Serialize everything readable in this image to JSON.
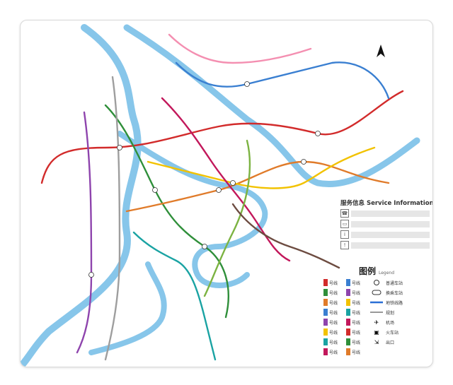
{
  "compass": {
    "north_label": "N",
    "icon": "north-arrow-icon"
  },
  "service_info": {
    "title": "服务信息 Service Information",
    "rows": [
      "phone-icon",
      "ticket-icon",
      "info-icon",
      "notice-icon"
    ]
  },
  "legend": {
    "title": "图例",
    "subtitle": "Legend",
    "line_label": "号线",
    "line_colors": [
      "#d22b2b",
      "#2f8f3a",
      "#e07b2a",
      "#3a7fd1",
      "#8e44ad",
      "#f2c200",
      "#1aa3a3",
      "#c2185b"
    ],
    "symbols": [
      {
        "label": "普通车站",
        "icon": "station-circle-icon"
      },
      {
        "label": "换乘车站",
        "icon": "interchange-icon"
      },
      {
        "label": "地铁线路",
        "icon": "line-blue-icon"
      },
      {
        "label": "规划",
        "icon": "planned-line-icon"
      },
      {
        "label": "机场",
        "icon": "airport-icon"
      },
      {
        "label": "火车站",
        "icon": "train-icon"
      },
      {
        "label": "出口",
        "icon": "exit-icon"
      },
      {
        "label": "",
        "icon": "blank-icon"
      }
    ]
  },
  "rivers_color": "#87c6ea",
  "metro_lines": [
    {
      "color": "#d22b2b"
    },
    {
      "color": "#2f8f3a"
    },
    {
      "color": "#3a7fd1"
    },
    {
      "color": "#e07b2a"
    },
    {
      "color": "#f2c200"
    },
    {
      "color": "#8e44ad"
    },
    {
      "color": "#1aa3a3"
    },
    {
      "color": "#c2185b"
    },
    {
      "color": "#7cb342"
    },
    {
      "color": "#9e9e9e"
    },
    {
      "color": "#6d4c41"
    },
    {
      "color": "#f48fb1"
    }
  ]
}
